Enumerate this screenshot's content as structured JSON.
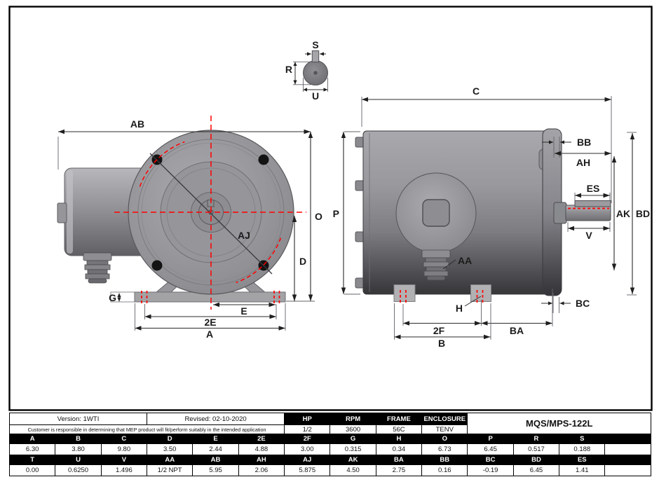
{
  "drawing": {
    "labels": {
      "ab": "AB",
      "o": "O",
      "d": "D",
      "aj": "AJ",
      "g": "G",
      "e": "E",
      "e2": "2E",
      "a": "A",
      "s": "S",
      "r": "R",
      "u": "U",
      "c": "C",
      "p": "P",
      "bb": "BB",
      "ah": "AH",
      "es": "ES",
      "ak": "AK",
      "bd": "BD",
      "v": "V",
      "aa": "AA",
      "h": "H",
      "f2": "2F",
      "ba": "BA",
      "b": "B",
      "bc": "BC"
    },
    "colors": {
      "centerline_red": "#ff0000",
      "motor_gray": "#98989c",
      "motor_dark": "#363639",
      "bolt_hole_black": "#131313"
    }
  },
  "table": {
    "version": "Version: 1WTI",
    "revised": "Revised: 02-10-2020",
    "disclaimer": "Customer is responsible in determining that MEP product will fit/perform suitably in the intended application",
    "model": "MQS/MPS-122L",
    "spec_headers": [
      "HP",
      "RPM",
      "FRAME",
      "ENCLOSURE"
    ],
    "spec_values": [
      "1/2",
      "3600",
      "56C",
      "TENV"
    ],
    "dim_headers_row1": [
      "A",
      "B",
      "C",
      "D",
      "E",
      "2E",
      "2F",
      "G",
      "H",
      "O",
      "P",
      "R",
      "S",
      ""
    ],
    "dim_values_row1": [
      "6.30",
      "3.80",
      "9.80",
      "3.50",
      "2.44",
      "4.88",
      "3.00",
      "0.315",
      "0.34",
      "6.73",
      "6.45",
      "0.517",
      "0.188",
      ""
    ],
    "dim_headers_row2": [
      "T",
      "U",
      "V",
      "AA",
      "AB",
      "AH",
      "AJ",
      "AK",
      "BA",
      "BB",
      "BC",
      "BD",
      "ES",
      ""
    ],
    "dim_values_row2": [
      "0.00",
      "0.6250",
      "1.496",
      "1/2 NPT",
      "5.95",
      "2.06",
      "5.875",
      "4.50",
      "2.75",
      "0.16",
      "-0.19",
      "6.45",
      "1.41",
      ""
    ]
  }
}
